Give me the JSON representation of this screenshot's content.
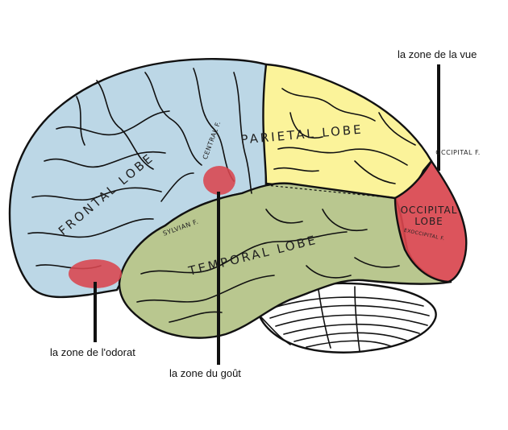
{
  "lobes": {
    "frontal": "FRONTAL LOBE",
    "parietal": "PARIETAL LOBE",
    "temporal": "TEMPORAL LOBE",
    "occipital_line1": "OCCIPITAL",
    "occipital_line2": "LOBE"
  },
  "fissures": {
    "central": "CENTRAL F.",
    "sylvian": "SYLVIAN F.",
    "occipital": "OCCIPITAL F.",
    "exoccipital": "EXOCCIPITAL F."
  },
  "callouts": {
    "vision": "la zone de la vue",
    "smell": "la zone de l'odorat",
    "taste": "la zone du goût"
  },
  "colors": {
    "frontal": "#bcd7e6",
    "parietal": "#fbf39a",
    "temporal": "#b9c78f",
    "zone": "#d9454e",
    "cerebellum": "#ffffff"
  }
}
